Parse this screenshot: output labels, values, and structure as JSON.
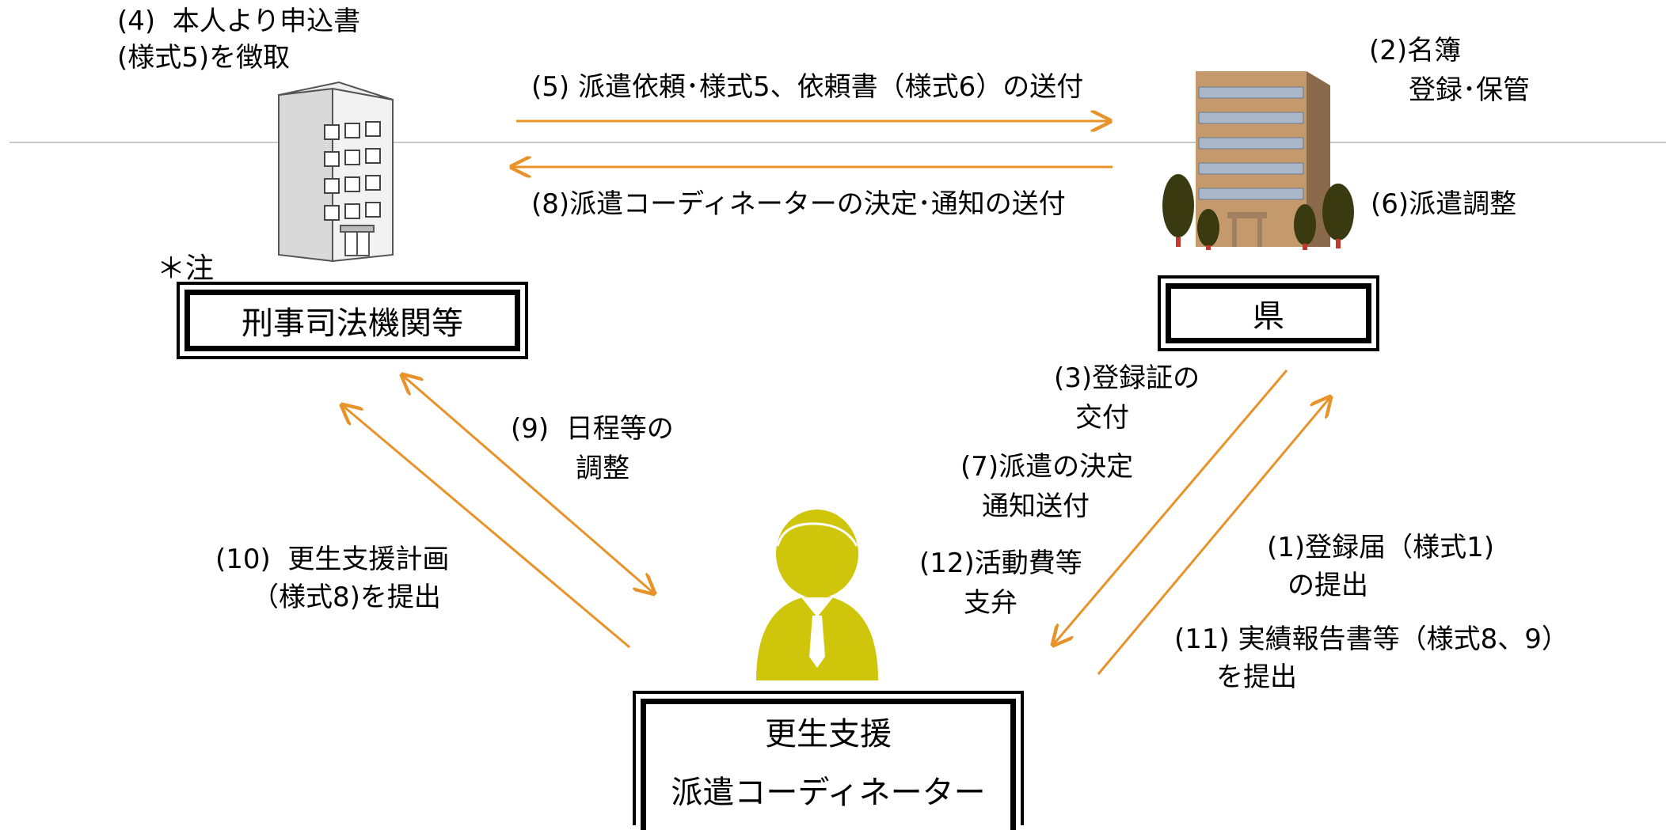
{
  "colors": {
    "arrow": "#e8922a",
    "figure": "#cfc50a",
    "line": "#c8c8c8"
  },
  "icons": {
    "agency_building": "office-building-icon",
    "prefecture_building": "prefecture-building-icon",
    "coordinator": "person-icon"
  },
  "boxes": {
    "agency": "刑事司法機関等",
    "prefecture": "県",
    "coordinator_line1": "更生支援",
    "coordinator_line2": "派遣コーディネーター"
  },
  "note": "＊注",
  "steps": {
    "s1_l1": "(1)登録届（様式1)",
    "s1_l2": "の提出",
    "s2_l1": "(2)名簿",
    "s2_l2": "登録･保管",
    "s3_l1": "(3)登録証の",
    "s3_l2": "交付",
    "s4_l1": "(4)  本人より申込書",
    "s4_l2": "(様式5)を徴取",
    "s5": "(5) 派遣依頼･様式5、依頼書（様式6）の送付",
    "s6": "(6)派遣調整",
    "s7_l1": "(7)派遣の決定",
    "s7_l2": "通知送付",
    "s8": "(8)派遣コーディネーターの決定･通知の送付",
    "s9_l1": "(9)  日程等の",
    "s9_l2": "調整",
    "s10_l1": "(10)  更生支援計画",
    "s10_l2": "（様式8)を提出",
    "s11_l1": "(11) 実績報告書等（様式8、9）",
    "s11_l2": "を提出",
    "s12_l1": "(12)活動費等",
    "s12_l2": "支弁"
  }
}
